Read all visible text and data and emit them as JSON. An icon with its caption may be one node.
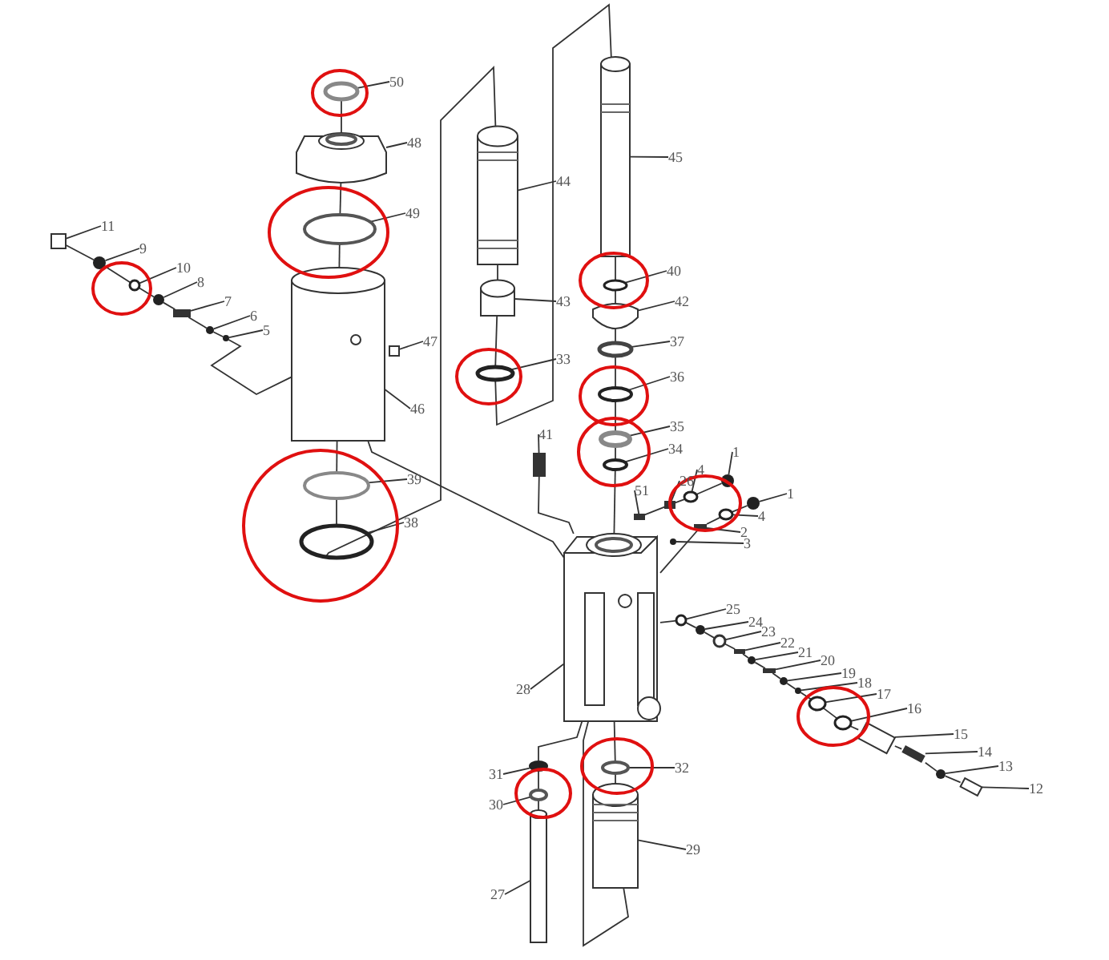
{
  "diagram": {
    "nodes": [
      {
        "text": [
          "50"
        ]
      },
      {
        "text": [
          "48"
        ]
      },
      {
        "text": [
          "45"
        ]
      },
      {
        "text": [
          "44"
        ]
      },
      {
        "text": [
          "49"
        ]
      },
      {
        "text": [
          "11"
        ]
      },
      {
        "text": [
          "9"
        ]
      },
      {
        "text": [
          "10"
        ]
      },
      {
        "text": [
          "40"
        ]
      },
      {
        "text": [
          "8"
        ]
      },
      {
        "text": [
          "43"
        ]
      },
      {
        "text": [
          "7"
        ]
      },
      {
        "text": [
          "42"
        ]
      },
      {
        "text": [
          "6"
        ]
      },
      {
        "text": [
          "5"
        ]
      },
      {
        "text": [
          "37"
        ]
      },
      {
        "text": [
          "47"
        ]
      },
      {
        "text": [
          "33"
        ]
      },
      {
        "text": [
          "36"
        ]
      },
      {
        "text": [
          "46"
        ]
      },
      {
        "text": [
          "35"
        ]
      },
      {
        "text": [
          "41"
        ]
      },
      {
        "text": [
          "34"
        ]
      },
      {
        "text": [
          "1"
        ]
      },
      {
        "text": [
          "39"
        ]
      },
      {
        "text": [
          "4"
        ]
      },
      {
        "text": [
          "26"
        ]
      },
      {
        "text": [
          "1"
        ]
      },
      {
        "text": [
          "51"
        ]
      },
      {
        "text": [
          "4"
        ]
      },
      {
        "text": [
          "38"
        ]
      },
      {
        "text": [
          "2"
        ]
      },
      {
        "text": [
          "3"
        ]
      },
      {
        "text": [
          "25"
        ]
      },
      {
        "text": [
          "24"
        ]
      },
      {
        "text": [
          "23"
        ]
      },
      {
        "text": [
          "22"
        ]
      },
      {
        "text": [
          "21"
        ]
      },
      {
        "text": [
          "20"
        ]
      },
      {
        "text": [
          "19"
        ]
      },
      {
        "text": [
          "18"
        ]
      },
      {
        "text": [
          "28"
        ]
      },
      {
        "text": [
          "17"
        ]
      },
      {
        "text": [
          "16"
        ]
      },
      {
        "text": [
          "15"
        ]
      },
      {
        "text": [
          "14"
        ]
      },
      {
        "text": [
          "13"
        ]
      },
      {
        "text": [
          "32"
        ]
      },
      {
        "text": [
          "31"
        ]
      },
      {
        "text": [
          "12"
        ]
      },
      {
        "text": [
          "30"
        ]
      },
      {
        "text": [
          "29"
        ]
      },
      {
        "text": [
          "27"
        ]
      },
      {
        "text": [],
        "shape": "circle"
      },
      {
        "text": [],
        "shape": "picture"
      },
      {
        "text": [],
        "shape": "cylinder"
      },
      {
        "text": [],
        "shape": "cylinder"
      },
      {
        "text": [],
        "shape": "circle"
      },
      {
        "text": [],
        "shape": "box"
      },
      {
        "text": [],
        "shape": "circle"
      },
      {
        "text": [],
        "shape": "circle"
      },
      {
        "text": [],
        "shape": "circle"
      },
      {
        "text": [],
        "shape": "circle"
      },
      {
        "text": [],
        "shape": "cylinder"
      },
      {
        "text": [],
        "shape": "bar"
      },
      {
        "text": [],
        "shape": "picture"
      },
      {
        "text": [],
        "shape": "circle"
      },
      {
        "text": [],
        "shape": "circle"
      },
      {
        "text": [],
        "shape": "circle"
      },
      {
        "text": [],
        "shape": "box"
      },
      {
        "text": [],
        "shape": "circle"
      },
      {
        "text": [],
        "shape": "circle"
      },
      {
        "text": [],
        "shape": "cylinder"
      },
      {
        "text": [],
        "shape": "circle"
      },
      {
        "text": [],
        "shape": "box"
      },
      {
        "text": [],
        "shape": "circle"
      },
      {
        "text": [],
        "shape": "circle"
      },
      {
        "text": [],
        "shape": "circle"
      },
      {
        "text": [],
        "shape": "circle"
      },
      {
        "text": [],
        "shape": "box"
      },
      {
        "text": [],
        "shape": "circle"
      },
      {
        "text": [],
        "shape": "box"
      },
      {
        "text": [],
        "shape": "circle"
      },
      {
        "text": [],
        "shape": "circle"
      },
      {
        "text": [],
        "shape": "bar"
      },
      {
        "text": [],
        "shape": "circle"
      },
      {
        "text": [],
        "shape": "circle"
      },
      {
        "text": [],
        "shape": "circle"
      },
      {
        "text": [],
        "shape": "circle"
      },
      {
        "text": [],
        "shape": "bar"
      },
      {
        "text": [],
        "shape": "circle"
      },
      {
        "text": [],
        "shape": "bar"
      },
      {
        "text": [],
        "shape": "circle"
      },
      {
        "text": [],
        "shape": "circle"
      },
      {
        "text": [],
        "shape": "picture"
      },
      {
        "text": [],
        "shape": "circle"
      },
      {
        "text": [],
        "shape": "circle"
      },
      {
        "text": [],
        "shape": "cylinder"
      },
      {
        "text": [],
        "shape": "bar"
      },
      {
        "text": [],
        "shape": "circle"
      },
      {
        "text": [],
        "shape": "circle"
      },
      {
        "text": [],
        "shape": "circle"
      },
      {
        "text": [],
        "shape": "box"
      },
      {
        "text": [],
        "shape": "circle"
      },
      {
        "text": [],
        "shape": "cylinder"
      },
      {
        "text": [],
        "shape": "cylinder"
      }
    ],
    "edges": [
      {
        "from": 0,
        "to": 53,
        "arrow": "none"
      },
      {
        "from": 1,
        "to": 54,
        "arrow": "none"
      },
      {
        "from": 2,
        "to": 55,
        "arrow": "none"
      },
      {
        "from": 3,
        "to": 56,
        "arrow": "none"
      },
      {
        "from": 4,
        "to": 57,
        "arrow": "none"
      },
      {
        "from": 5,
        "to": 58,
        "arrow": "none"
      },
      {
        "from": 6,
        "to": 59,
        "arrow": "none"
      },
      {
        "from": 7,
        "to": 60,
        "arrow": "none"
      },
      {
        "from": 8,
        "to": 61,
        "arrow": "none"
      },
      {
        "from": 9,
        "to": 62,
        "arrow": "none"
      },
      {
        "from": 10,
        "to": 63,
        "arrow": "none"
      },
      {
        "from": 11,
        "to": 64,
        "arrow": "none"
      },
      {
        "from": 12,
        "to": 65,
        "arrow": "none"
      },
      {
        "from": 13,
        "to": 66,
        "arrow": "none"
      },
      {
        "from": 14,
        "to": 67,
        "arrow": "none"
      },
      {
        "from": 15,
        "to": 68,
        "arrow": "none"
      },
      {
        "from": 16,
        "to": 69,
        "arrow": "none"
      },
      {
        "from": 17,
        "to": 70,
        "arrow": "none"
      },
      {
        "from": 18,
        "to": 71,
        "arrow": "none"
      },
      {
        "from": 19,
        "to": 72,
        "arrow": "none"
      },
      {
        "from": 20,
        "to": 73,
        "arrow": "none"
      },
      {
        "from": 21,
        "to": 74,
        "arrow": "none"
      },
      {
        "from": 22,
        "to": 75,
        "arrow": "none"
      },
      {
        "from": 23,
        "to": 76,
        "arrow": "none"
      },
      {
        "from": 24,
        "to": 77,
        "arrow": "none"
      },
      {
        "from": 25,
        "to": 78,
        "arrow": "none"
      },
      {
        "from": 26,
        "to": 79,
        "arrow": "none"
      },
      {
        "from": 27,
        "to": 80,
        "arrow": "none"
      },
      {
        "from": 28,
        "to": 81,
        "arrow": "none"
      },
      {
        "from": 29,
        "to": 82,
        "arrow": "none"
      },
      {
        "from": 30,
        "to": 83,
        "arrow": "none"
      },
      {
        "from": 31,
        "to": 84,
        "arrow": "none"
      },
      {
        "from": 32,
        "to": 85,
        "arrow": "none"
      },
      {
        "from": 33,
        "to": 86,
        "arrow": "none"
      },
      {
        "from": 34,
        "to": 87,
        "arrow": "none"
      },
      {
        "from": 35,
        "to": 88,
        "arrow": "none"
      },
      {
        "from": 36,
        "to": 89,
        "arrow": "none"
      },
      {
        "from": 37,
        "to": 90,
        "arrow": "none"
      },
      {
        "from": 38,
        "to": 91,
        "arrow": "none"
      },
      {
        "from": 39,
        "to": 92,
        "arrow": "none"
      },
      {
        "from": 40,
        "to": 93,
        "arrow": "none"
      },
      {
        "from": 41,
        "to": 94,
        "arrow": "none"
      },
      {
        "from": 42,
        "to": 95,
        "arrow": "none"
      },
      {
        "from": 43,
        "to": 96,
        "arrow": "none"
      },
      {
        "from": 44,
        "to": 97,
        "arrow": "none"
      },
      {
        "from": 45,
        "to": 98,
        "arrow": "none"
      },
      {
        "from": 46,
        "to": 99,
        "arrow": "none"
      },
      {
        "from": 47,
        "to": 100,
        "arrow": "none"
      },
      {
        "from": 48,
        "to": 101,
        "arrow": "none"
      },
      {
        "from": 49,
        "to": 102,
        "arrow": "none"
      },
      {
        "from": 50,
        "to": 103,
        "arrow": "none"
      },
      {
        "from": 51,
        "to": 104,
        "arrow": "none"
      },
      {
        "from": 52,
        "to": 105,
        "arrow": "none"
      },
      {
        "from": 53,
        "to": 54,
        "arrow": "none"
      },
      {
        "from": 54,
        "to": 57,
        "arrow": "none"
      },
      {
        "from": 57,
        "to": 72,
        "arrow": "none"
      },
      {
        "from": 72,
        "to": 77,
        "arrow": "none"
      },
      {
        "from": 77,
        "to": 83,
        "arrow": "none"
      },
      {
        "from": 83,
        "to": 56,
        "arrow": "none"
      },
      {
        "from": 56,
        "to": 63,
        "arrow": "none"
      },
      {
        "from": 63,
        "to": 70,
        "arrow": "none"
      },
      {
        "from": 70,
        "to": 55,
        "arrow": "none"
      },
      {
        "from": 55,
        "to": 61,
        "arrow": "none"
      },
      {
        "from": 61,
        "to": 65,
        "arrow": "none"
      },
      {
        "from": 65,
        "to": 68,
        "arrow": "none"
      },
      {
        "from": 68,
        "to": 71,
        "arrow": "none"
      },
      {
        "from": 71,
        "to": 73,
        "arrow": "none"
      },
      {
        "from": 73,
        "to": 75,
        "arrow": "none"
      },
      {
        "from": 75,
        "to": 94,
        "arrow": "none"
      },
      {
        "from": 58,
        "to": 59,
        "arrow": "none"
      },
      {
        "from": 59,
        "to": 60,
        "arrow": "none"
      },
      {
        "from": 60,
        "to": 62,
        "arrow": "none"
      },
      {
        "from": 62,
        "to": 64,
        "arrow": "none"
      },
      {
        "from": 64,
        "to": 66,
        "arrow": "none"
      },
      {
        "from": 66,
        "to": 67,
        "arrow": "none"
      },
      {
        "from": 67,
        "to": 72,
        "arrow": "none"
      },
      {
        "from": 72,
        "to": 94,
        "arrow": "none"
      },
      {
        "from": 74,
        "to": 94,
        "arrow": "none"
      },
      {
        "from": 94,
        "to": 84,
        "arrow": "none"
      },
      {
        "from": 84,
        "to": 82,
        "arrow": "none"
      },
      {
        "from": 82,
        "to": 80,
        "arrow": "none"
      },
      {
        "from": 81,
        "to": 79,
        "arrow": "none"
      },
      {
        "from": 79,
        "to": 78,
        "arrow": "none"
      },
      {
        "from": 78,
        "to": 76,
        "arrow": "none"
      },
      {
        "from": 94,
        "to": 86,
        "arrow": "none"
      },
      {
        "from": 86,
        "to": 87,
        "arrow": "none"
      },
      {
        "from": 87,
        "to": 88,
        "arrow": "none"
      },
      {
        "from": 88,
        "to": 89,
        "arrow": "none"
      },
      {
        "from": 89,
        "to": 90,
        "arrow": "none"
      },
      {
        "from": 90,
        "to": 91,
        "arrow": "none"
      },
      {
        "from": 91,
        "to": 92,
        "arrow": "none"
      },
      {
        "from": 92,
        "to": 93,
        "arrow": "none"
      },
      {
        "from": 93,
        "to": 95,
        "arrow": "none"
      },
      {
        "from": 95,
        "to": 96,
        "arrow": "none"
      },
      {
        "from": 96,
        "to": 97,
        "arrow": "none"
      },
      {
        "from": 97,
        "to": 98,
        "arrow": "none"
      },
      {
        "from": 98,
        "to": 99,
        "arrow": "none"
      },
      {
        "from": 99,
        "to": 102,
        "arrow": "none"
      },
      {
        "from": 94,
        "to": 100,
        "arrow": "none"
      },
      {
        "from": 100,
        "to": 104,
        "arrow": "none"
      },
      {
        "from": 94,
        "to": 101,
        "arrow": "none"
      },
      {
        "from": 101,
        "to": 103,
        "arrow": "none"
      },
      {
        "from": 103,
        "to": 105,
        "arrow": "none"
      },
      {
        "from": 94,
        "to": 104,
        "arrow": "none"
      }
    ]
  }
}
